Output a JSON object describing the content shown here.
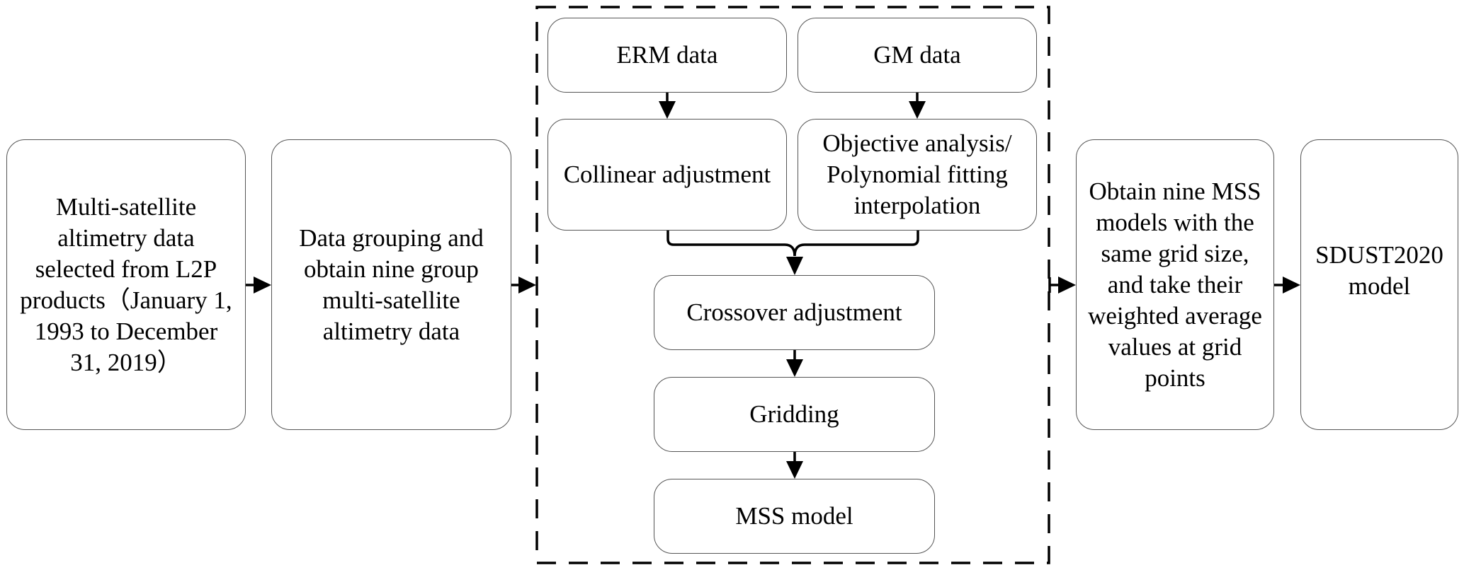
{
  "diagram": {
    "type": "flowchart",
    "nodes": {
      "input": "Multi-satellite\naltimetry data\nselected from L2P\nproducts（January 1,\n1993 to December\n31, 2019）",
      "grouping": "Data grouping and\nobtain nine group\nmulti-satellite\naltimetry data",
      "erm": "ERM data",
      "gm": "GM data",
      "collinear": "Collinear adjustment",
      "objective": "Objective analysis/\nPolynomial fitting\ninterpolation",
      "crossover": "Crossover adjustment",
      "gridding": "Gridding",
      "mss": "MSS model",
      "obtain": "Obtain nine MSS\nmodels with the\nsame grid size,\nand take their\nweighted average\nvalues at grid\npoints",
      "sdust": "SDUST2020\nmodel"
    },
    "edges": [
      [
        "input",
        "grouping"
      ],
      [
        "grouping",
        "processing-group"
      ],
      [
        "erm",
        "collinear"
      ],
      [
        "gm",
        "objective"
      ],
      [
        "collinear",
        "crossover"
      ],
      [
        "objective",
        "crossover"
      ],
      [
        "crossover",
        "gridding"
      ],
      [
        "gridding",
        "mss"
      ],
      [
        "processing-group",
        "obtain"
      ],
      [
        "obtain",
        "sdust"
      ]
    ],
    "colors": {
      "stroke": "#000000",
      "box_border": "#555555",
      "background": "#ffffff"
    }
  }
}
